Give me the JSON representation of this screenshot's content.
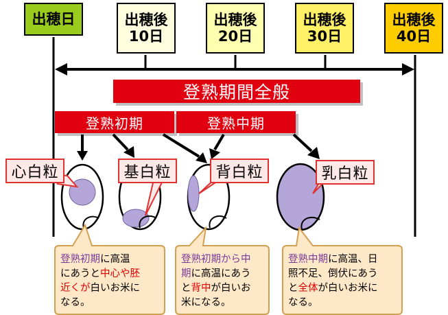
{
  "heading_start": "出穂日",
  "milestones": [
    {
      "top": "出穂後",
      "bottom": "10日"
    },
    {
      "top": "出穂後",
      "bottom": "20日"
    },
    {
      "top": "出穂後",
      "bottom": "30日"
    },
    {
      "top": "出穂後",
      "bottom": "40日"
    }
  ],
  "period_all": "登熟期間全般",
  "period_early": "登熟初期",
  "period_middle": "登熟中期",
  "grains": [
    "心白粒",
    "基白粒",
    "背白粒",
    "乳白粒"
  ],
  "notes": [
    {
      "s1": "登熟初期",
      "s2": "に高温",
      "s3": "にあうと",
      "s4": "中心や胚",
      "s5": "近くが",
      "s6": "白いお米に",
      "s7": "なる。"
    },
    {
      "s1": "登熟初期から中",
      "s2": "期",
      "s3": "に高温にあう",
      "s4": "と",
      "s5": "背中",
      "s6": "が白いお",
      "s7": "米になる。"
    },
    {
      "s1": "登熟中期",
      "s2": "に高温、日",
      "s3": "照不足、倒伏にあう",
      "s4": "と",
      "s5": "全体",
      "s6": "が白いお米に",
      "s7": "なる。"
    }
  ],
  "colors": {
    "start_box": "#9acc1e",
    "box10": "#ffffe0",
    "box20": "#ffffb0",
    "box30": "#fff066",
    "box40": "#ffcc00",
    "red_bar": "#e00010",
    "grain_fill": "#b4a6d8",
    "note_fill": "#ffe8c8",
    "note_stroke": "#d2a050",
    "purple_text": "#7a3c9a",
    "red_text": "#e00000"
  },
  "icons": [
    "double-arrow",
    "down-arrow",
    "rice-grain"
  ]
}
